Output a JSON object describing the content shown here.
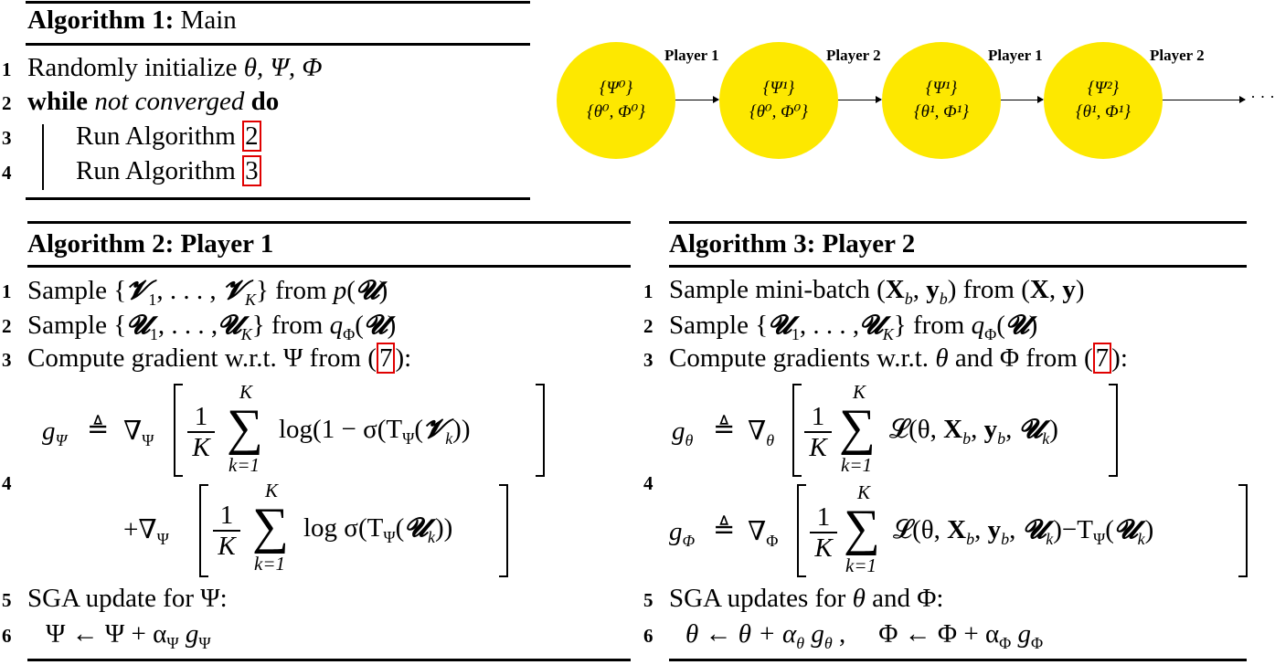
{
  "algorithm1": {
    "title_bold": "Algorithm 1:",
    "title_rest": " Main",
    "lines": [
      {
        "num": "1",
        "text": "Randomly initialize ",
        "math": "θ, Ψ, Φ"
      },
      {
        "num": "2",
        "kw1": "while",
        "cond": " not converged ",
        "kw2": "do"
      },
      {
        "num": "3",
        "text": "Run Algorithm ",
        "ref": "2"
      },
      {
        "num": "4",
        "text": "Run Algorithm ",
        "ref": "3"
      }
    ]
  },
  "diagram": {
    "nodes": [
      {
        "psi": "{Ψ⁰}",
        "theta_phi": "{θ⁰, Φ⁰}"
      },
      {
        "psi": "{Ψ¹}",
        "theta_phi": "{θ⁰, Φ⁰}"
      },
      {
        "psi": "{Ψ¹}",
        "theta_phi": "{θ¹, Φ¹}"
      },
      {
        "psi": "{Ψ²}",
        "theta_phi": "{θ¹, Φ¹}"
      }
    ],
    "players": [
      "Player 1",
      "Player 2",
      "Player 1",
      "Player 2"
    ],
    "ellipsis": "· · ·",
    "node_color": "#fde800"
  },
  "algorithm2": {
    "title": "Algorithm 2: Player 1",
    "lines": [
      {
        "num": "1",
        "a": "Sample {",
        "b": "𝓥",
        "c": "1",
        "d": ", . . . , ",
        "e": "𝓥",
        "f": "K",
        "g": "} from ",
        "h": "p",
        "i": "(",
        "j": "𝓤",
        "k": ")"
      },
      {
        "num": "2",
        "a": "Sample {",
        "b": "𝓤",
        "c": "1",
        "d": ", . . . ,",
        "e": "𝓤",
        "f": "K",
        "g": "} from ",
        "h": "q",
        "hs": "Φ",
        "i": "(",
        "j": "𝓤",
        "k": ")"
      },
      {
        "num": "3",
        "text": "Compute gradient w.r.t. Ψ from (",
        "ref": "7",
        "end": "):"
      },
      {
        "num": "4"
      },
      {
        "num": "5",
        "text": "SGA update for Ψ:"
      },
      {
        "num": "6",
        "text": "Ψ ← Ψ + α",
        "sub1": "Ψ",
        "g": " g",
        "sub2": "Ψ"
      }
    ],
    "eq1": {
      "lhs": "g",
      "lhs_sub": "Ψ",
      "def": "≜",
      "nabla": "∇",
      "nabla_sub": "Ψ",
      "num": "1",
      "den": "K",
      "upper": "K",
      "lower": "k=1",
      "body": "log(1 − σ(T",
      "body_sub": "Ψ",
      "body2": "(",
      "cal": "𝓥",
      "cal_sub": "k",
      "close": "))"
    },
    "eq2": {
      "plus": "+",
      "nabla": "∇",
      "nabla_sub": "Ψ",
      "num": "1",
      "den": "K",
      "upper": "K",
      "lower": "k=1",
      "body": "log σ(T",
      "body_sub": "Ψ",
      "body2": "(",
      "cal": "𝓤",
      "cal_sub": "k",
      "close": "))"
    }
  },
  "algorithm3": {
    "title": "Algorithm 3: Player 2",
    "lines": [
      {
        "num": "1",
        "text": "Sample mini-batch (",
        "X": "X",
        "b": "b",
        "sep": ", ",
        "y": "y",
        "b2": "b",
        "mid": ") from (",
        "X2": "X",
        "sep2": ", ",
        "y2": "y",
        "end": ")"
      },
      {
        "num": "2",
        "a": "Sample {",
        "b": "𝓤",
        "c": "1",
        "d": ", . . . ,",
        "e": "𝓤",
        "f": "K",
        "g": "} from ",
        "h": "q",
        "hs": "Φ",
        "i": "(",
        "j": "𝓤",
        "k": ")"
      },
      {
        "num": "3",
        "text": "Compute gradients w.r.t. ",
        "theta": "θ",
        "and": " and Φ from (",
        "ref": "7",
        "end": "):"
      },
      {
        "num": "4"
      },
      {
        "num": "5",
        "text": "SGA updates for ",
        "theta": "θ",
        "rest": " and Φ:"
      },
      {
        "num": "6",
        "text1": "θ ← θ + α",
        "sub1": "θ",
        "g1": " g",
        "sub2": "θ",
        "comma": " ,",
        "text2": "Φ ← Φ + α",
        "sub3": "Φ",
        "g2": " g",
        "sub4": "Φ"
      }
    ],
    "eq1": {
      "lhs": "g",
      "lhs_sub": "θ",
      "def": "≜",
      "nabla": "∇",
      "nabla_sub": "θ",
      "num": "1",
      "den": "K",
      "upper": "K",
      "lower": "k=1",
      "body": "𝓛(θ, ",
      "X": "X",
      "xb": "b",
      "y": "y",
      "yb": "b",
      "cal": "𝓤",
      "cal_sub": "k",
      "close": ")"
    },
    "eq2": {
      "lhs": "g",
      "lhs_sub": "Φ",
      "def": "≜",
      "nabla": "∇",
      "nabla_sub": "Φ",
      "num": "1",
      "den": "K",
      "upper": "K",
      "lower": "k=1",
      "body": "𝓛(θ, ",
      "X": "X",
      "xb": "b",
      "y": "y",
      "yb": "b",
      "cal": "𝓤",
      "cal_sub": "k",
      "minus": ")−T",
      "t_sub": "Ψ",
      "open": "(",
      "cal2": "𝓤",
      "cal2_sub": "k",
      "close": ")"
    }
  },
  "colors": {
    "ref_box": "#e00000",
    "node_fill": "#fde800"
  }
}
